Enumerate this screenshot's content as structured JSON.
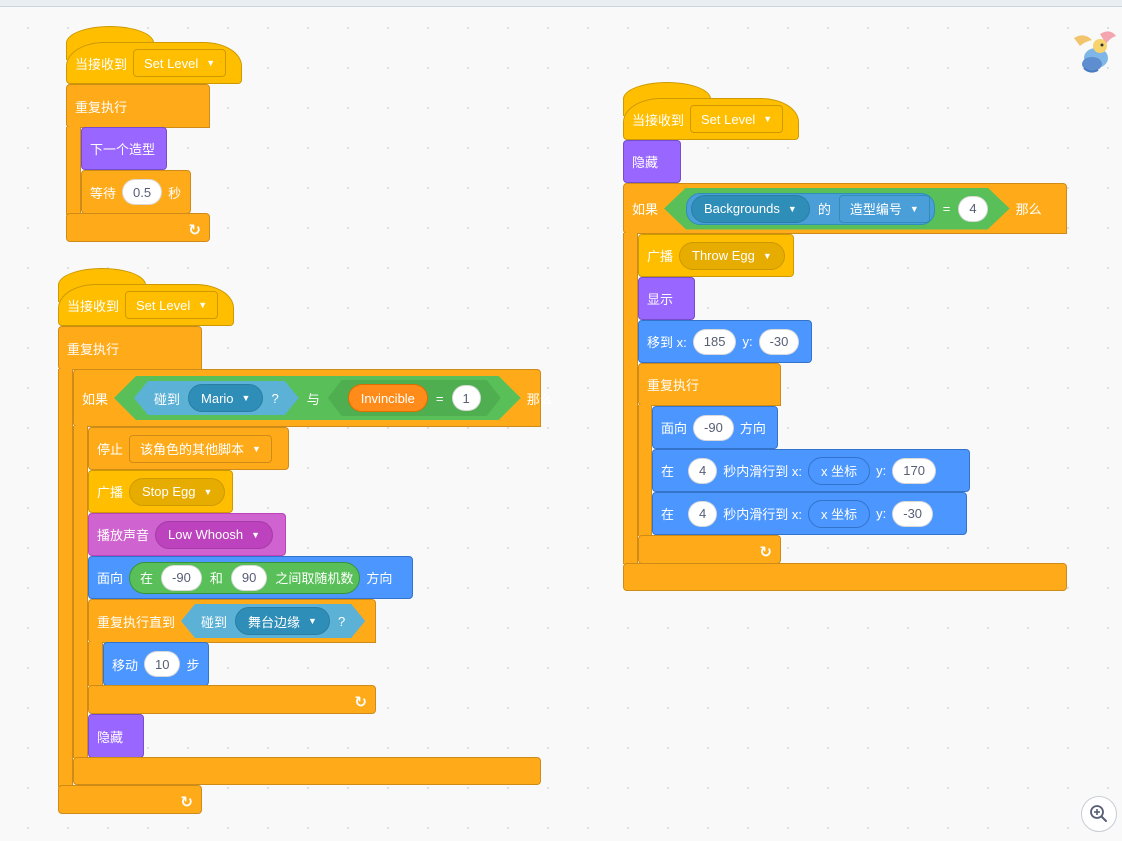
{
  "events": {
    "when_receive": "当接收到",
    "message": "Set Level",
    "broadcast": "广播",
    "throw_egg": "Throw Egg",
    "stop_egg": "Stop Egg"
  },
  "control": {
    "forever": "重复执行",
    "if": "如果",
    "then": "那么",
    "wait": "等待",
    "seconds": "秒",
    "stop": "停止",
    "stop_option": "该角色的其他脚本",
    "repeat_until": "重复执行直到"
  },
  "looks": {
    "next_costume": "下一个造型",
    "hide": "隐藏",
    "show": "显示"
  },
  "sound": {
    "play_sound": "播放声音",
    "sound_name": "Low Whoosh"
  },
  "sensing": {
    "touching": "碰到",
    "question": "?",
    "mario": "Mario",
    "edge": "舞台边缘",
    "of": "的",
    "backgrounds": "Backgrounds",
    "costume_number": "造型编号"
  },
  "operators": {
    "and": "与",
    "equals": "=",
    "random_range": "之间取随机数",
    "in": "在",
    "and_word": "和"
  },
  "variables": {
    "invincible": "Invincible"
  },
  "motion": {
    "point": "面向",
    "direction": "方向",
    "move": "移动",
    "steps": "步",
    "goto_x": "移到 x:",
    "y": "y:",
    "glide_in": "在",
    "glide_secs": "秒内滑行到 x:",
    "x_position": "x 坐标"
  },
  "values": {
    "wait_secs": "0.5",
    "equals_one": "1",
    "rand_min": "-90",
    "rand_max": "90",
    "move_steps": "10",
    "equals_four": "4",
    "goto_x": "185",
    "goto_y": "-30",
    "point_dir": "-90",
    "glide1_secs": "4",
    "glide1_y": "170",
    "glide2_secs": "4",
    "glide2_y": "-30"
  },
  "icons": {
    "dropdown": "▼",
    "loop_arrow": "↻",
    "zoom": "zoom-in-icon",
    "sprite": "sprite-thumbnail"
  },
  "colors": {
    "events": "#ffbf00",
    "control": "#ffab19",
    "looks": "#9966ff",
    "sound": "#cf63cf",
    "motion": "#4c97ff",
    "sensing": "#5cb1d6",
    "operators": "#59c059",
    "variables": "#ff8c1a"
  }
}
